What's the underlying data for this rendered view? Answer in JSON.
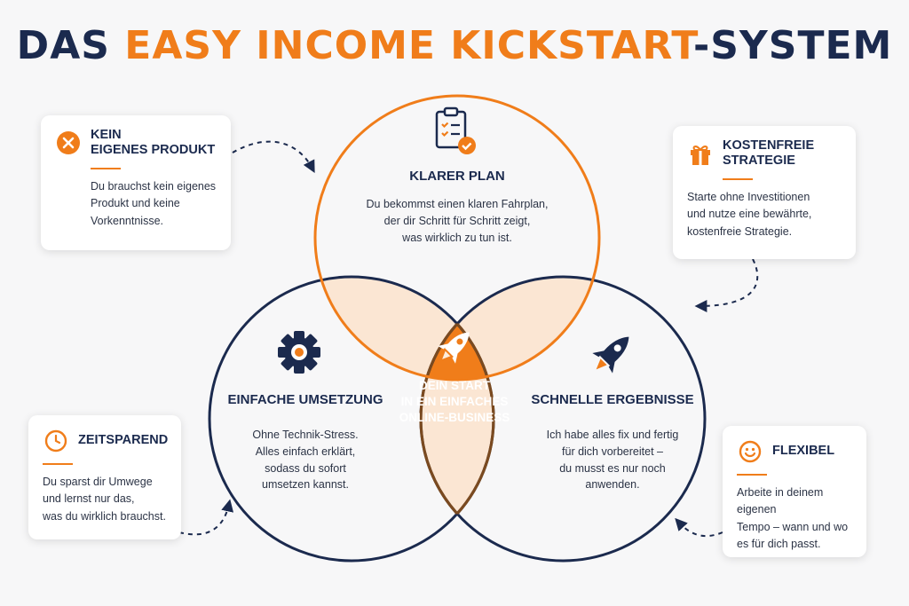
{
  "title": {
    "part1": "DAS ",
    "part2": "EASY INCOME KICKSTART",
    "part3": "-SYSTEM"
  },
  "colors": {
    "accent": "#f07d1a",
    "navy": "#1b2a4e",
    "brown": "#7a4a20",
    "overlap": "#fbe6d3"
  },
  "circles": {
    "top": {
      "icon": "clipboard-check-icon",
      "heading": "KLARER PLAN",
      "body": "Du bekommst einen klaren Fahrplan,\nder dir Schritt für Schritt zeigt,\nwas wirklich zu tun ist."
    },
    "left": {
      "icon": "gear-icon",
      "heading": "EINFACHE UMSETZUNG",
      "body": "Ohne Technik-Stress.\nAlles einfach erklärt,\nsodass du sofort\numsetzen kannst."
    },
    "right": {
      "icon": "rocket-icon",
      "heading": "SCHNELLE ERGEBNISSE",
      "body": "Ich habe alles fix und fertig\nfür dich vorbereitet –\ndu musst es nur noch\nanwenden."
    },
    "center": {
      "icon": "rocket-icon",
      "label": "DEIN START\nIN EIN EINFACHES\nONLINE-BUSINESS"
    }
  },
  "cards": {
    "top_left": {
      "icon": "close-circle-icon",
      "title": "KEIN\nEIGENES PRODUKT",
      "body": "Du brauchst kein eigenes\nProdukt und keine\nVorkenntnisse."
    },
    "top_right": {
      "icon": "gift-icon",
      "title": "KOSTENFREIE\nSTRATEGIE",
      "body": "Starte ohne Investitionen\nund nutze eine bewährte,\nkostenfreie Strategie."
    },
    "bottom_left": {
      "icon": "clock-icon",
      "title": "ZEITSPAREND",
      "body": "Du sparst dir Umwege\nund lernst nur das,\nwas du wirklich brauchst."
    },
    "bottom_right": {
      "icon": "smiley-icon",
      "title": "FLEXIBEL",
      "body": "Arbeite in deinem eigenen\nTempo – wann und wo\nes für dich passt."
    }
  }
}
